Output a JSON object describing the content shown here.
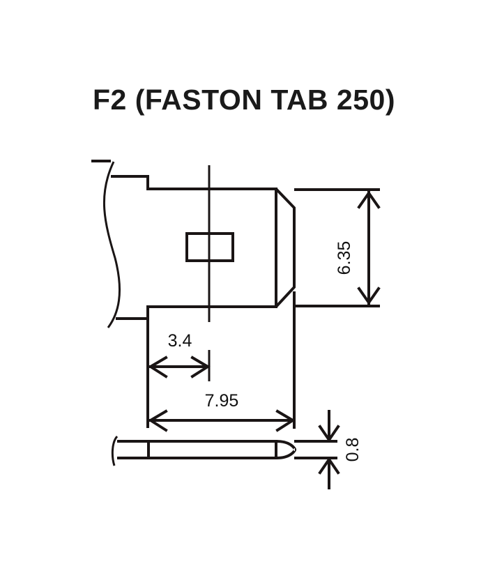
{
  "title": "F2 (FASTON TAB 250)",
  "dimensions": {
    "width": "6.35",
    "hole_offset": "3.4",
    "length": "7.95",
    "thickness": "0.8"
  }
}
